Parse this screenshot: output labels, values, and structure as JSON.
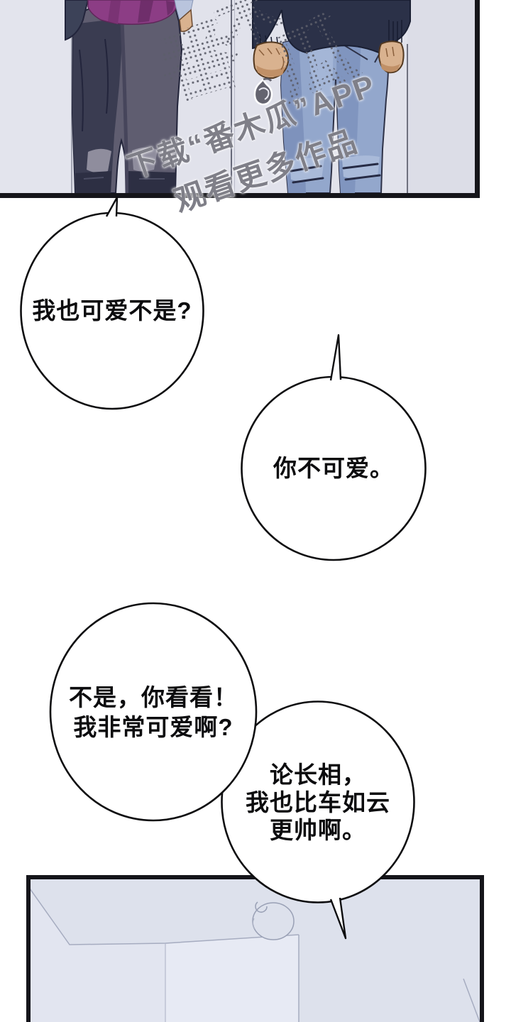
{
  "comic": {
    "watermark": {
      "logo_char1": "番",
      "logo_char2": "木",
      "logo_char3": "瓜",
      "line1": "下载“番木瓜”APP",
      "line2": "观看更多作品"
    },
    "bubbles": {
      "bubble1": {
        "line1": "我也可爱不是?"
      },
      "bubble2": {
        "line1": "你不可爱。"
      },
      "bubble3": {
        "line1": "不是，你看看！",
        "line2": "我非常可爱啊?"
      },
      "bubble4": {
        "line1": "论长相，",
        "line2": "我也比车如云",
        "line3": "更帅啊。"
      }
    },
    "colors": {
      "panel_background": "#e1e2eb",
      "panel_border": "#15151a",
      "bottom_panel_background": "#dde1ec",
      "watermark_gray": "#6f7078",
      "pants_dark": "#3a3c51",
      "pants_light": "#5f5d70",
      "waistband_purple": "#8c3d85",
      "jeans_light": "#93a7cc",
      "jeans_shadow": "#7e92bc",
      "sweater_navy": "#2b3148",
      "skin": "#d9b28f"
    }
  }
}
